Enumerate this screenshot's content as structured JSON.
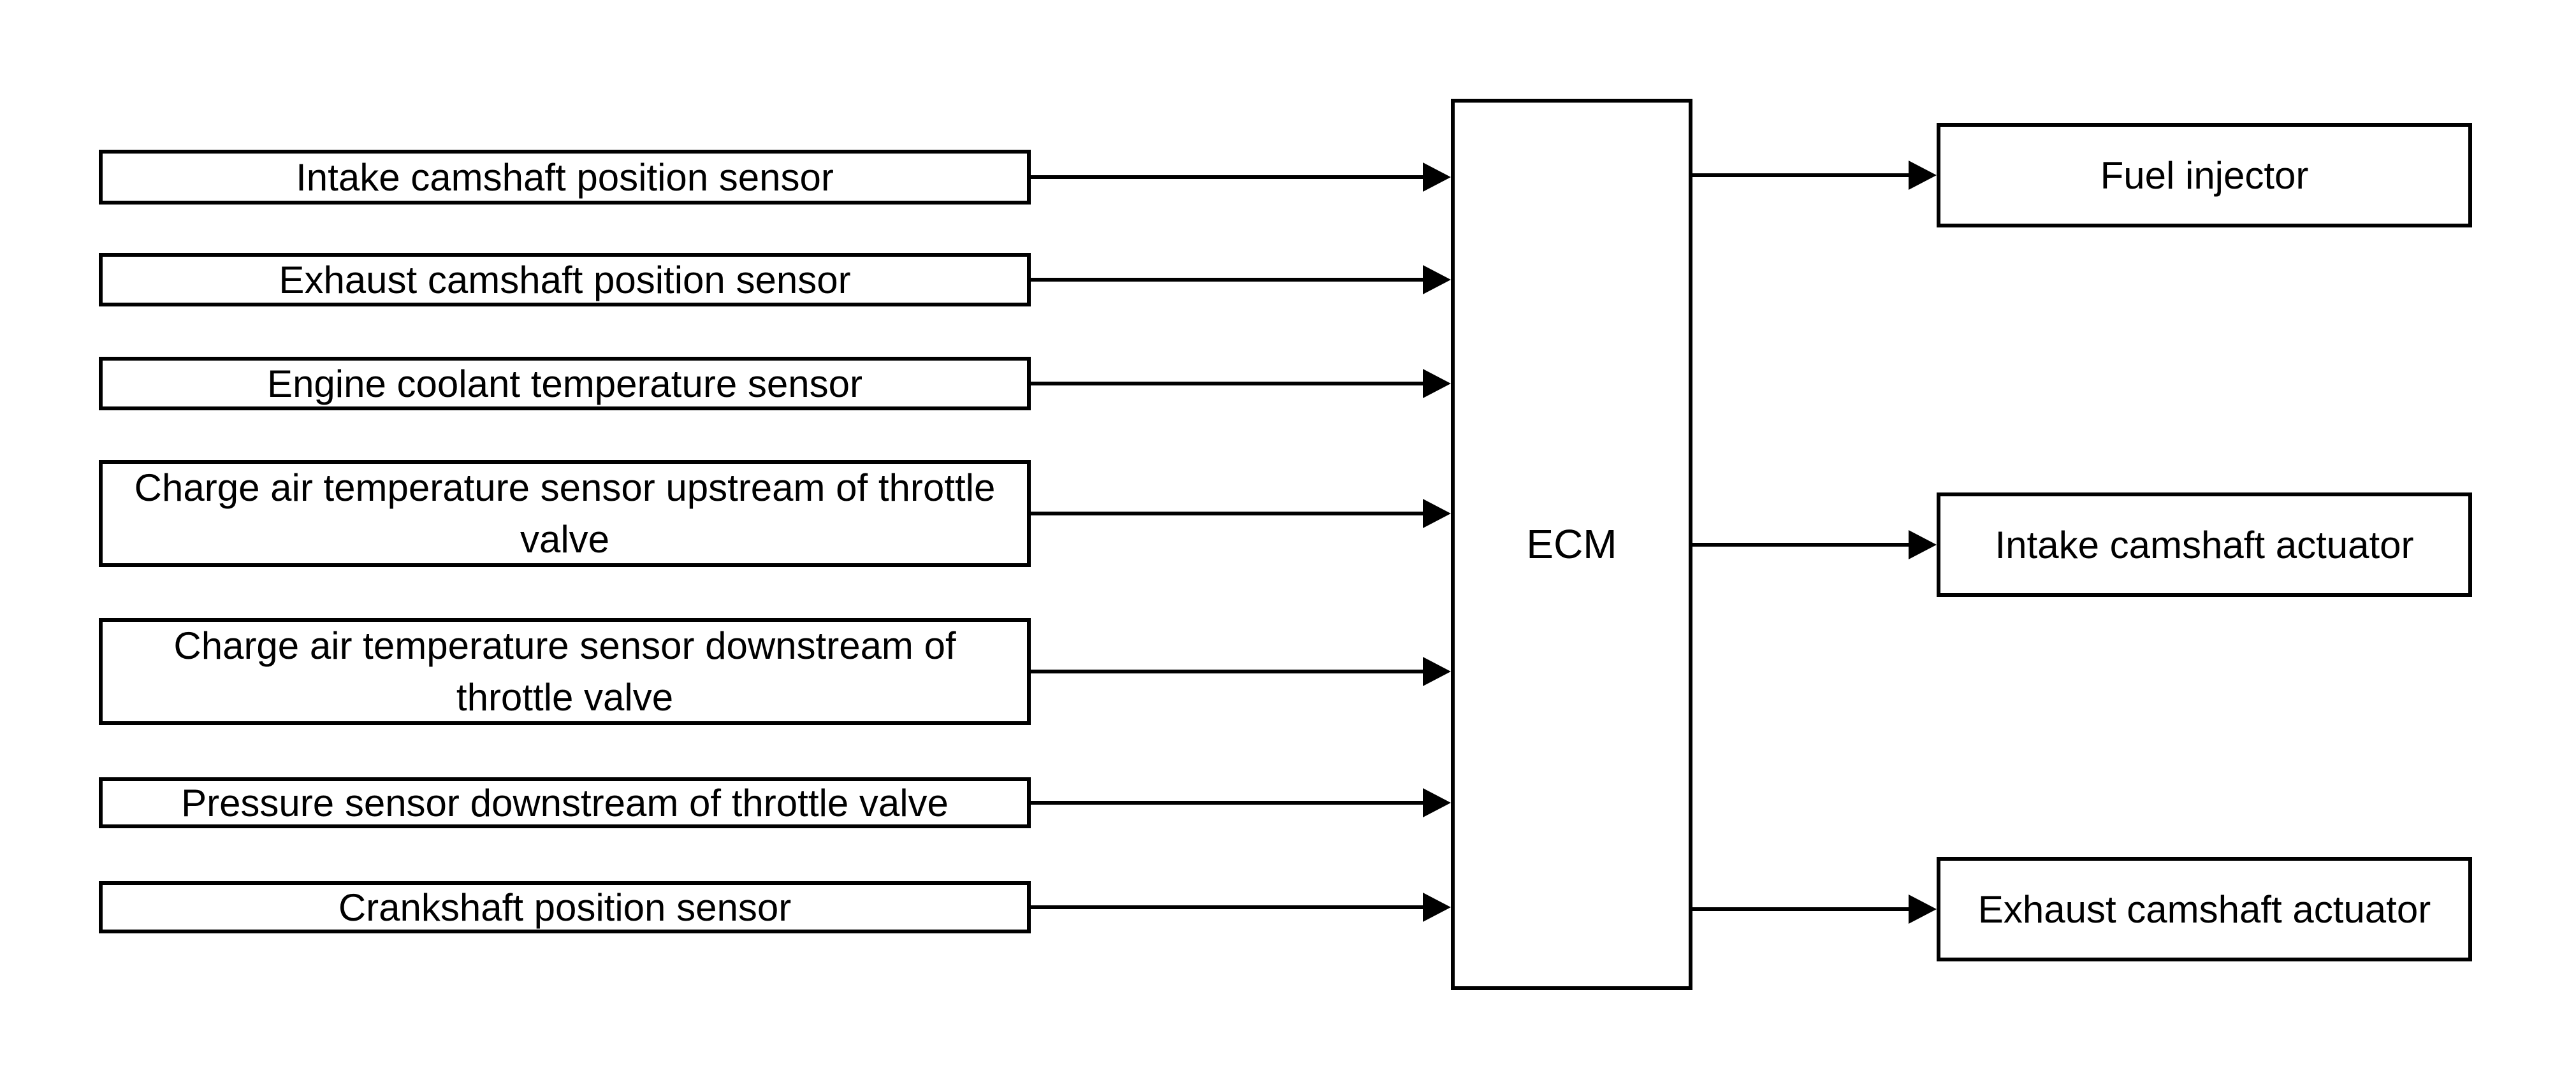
{
  "diagram": {
    "type": "block-diagram",
    "description": "ECM input/output block diagram",
    "center_node": {
      "label": "ECM"
    },
    "inputs": [
      {
        "label": "Intake camshaft position sensor"
      },
      {
        "label": "Exhaust camshaft position sensor"
      },
      {
        "label": "Engine coolant temperature sensor"
      },
      {
        "label": "Charge air temperature sensor upstream of throttle valve"
      },
      {
        "label": "Charge air temperature sensor downstream of throttle valve"
      },
      {
        "label": "Pressure sensor downstream of throttle valve"
      },
      {
        "label": "Crankshaft position sensor"
      }
    ],
    "outputs": [
      {
        "label": "Fuel injector"
      },
      {
        "label": "Intake camshaft actuator"
      },
      {
        "label": "Exhaust camshaft actuator"
      }
    ],
    "colors": {
      "line": "#000000",
      "box_fill": "#ffffff",
      "background": "#ffffff"
    }
  }
}
